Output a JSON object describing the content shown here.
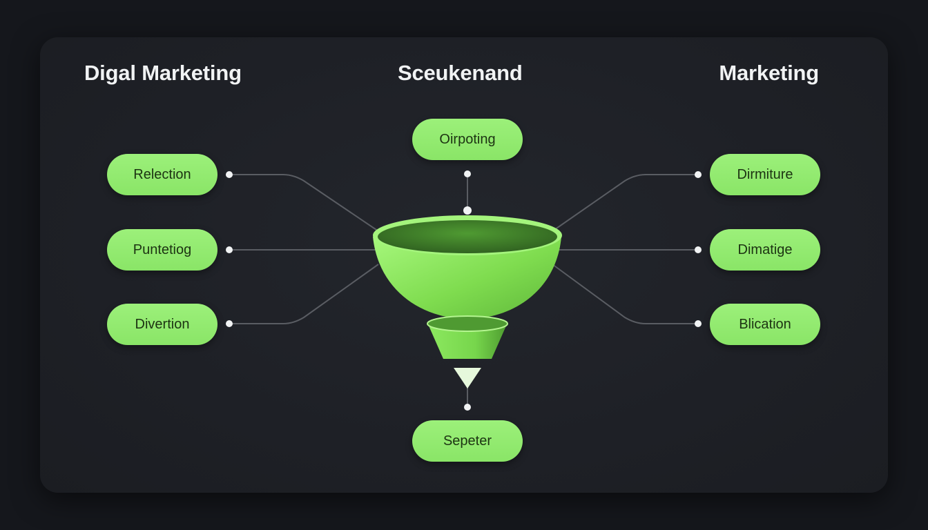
{
  "headings": {
    "left": "Digal Marketing",
    "center": "Sceukenand",
    "right": "Marketing"
  },
  "nodes": {
    "top": "Oirpoting",
    "bottom": "Sepeter",
    "left": [
      "Relection",
      "Puntetiog",
      "Divertion"
    ],
    "right": [
      "Dirmiture",
      "Dimatige",
      "Blication"
    ]
  },
  "colors": {
    "background": "#15171c",
    "panel": "#1e2026",
    "accent": "#8ae567",
    "connector": "#5a5d63",
    "text_light": "#f1f3f4",
    "pill_text": "#1c3312"
  }
}
